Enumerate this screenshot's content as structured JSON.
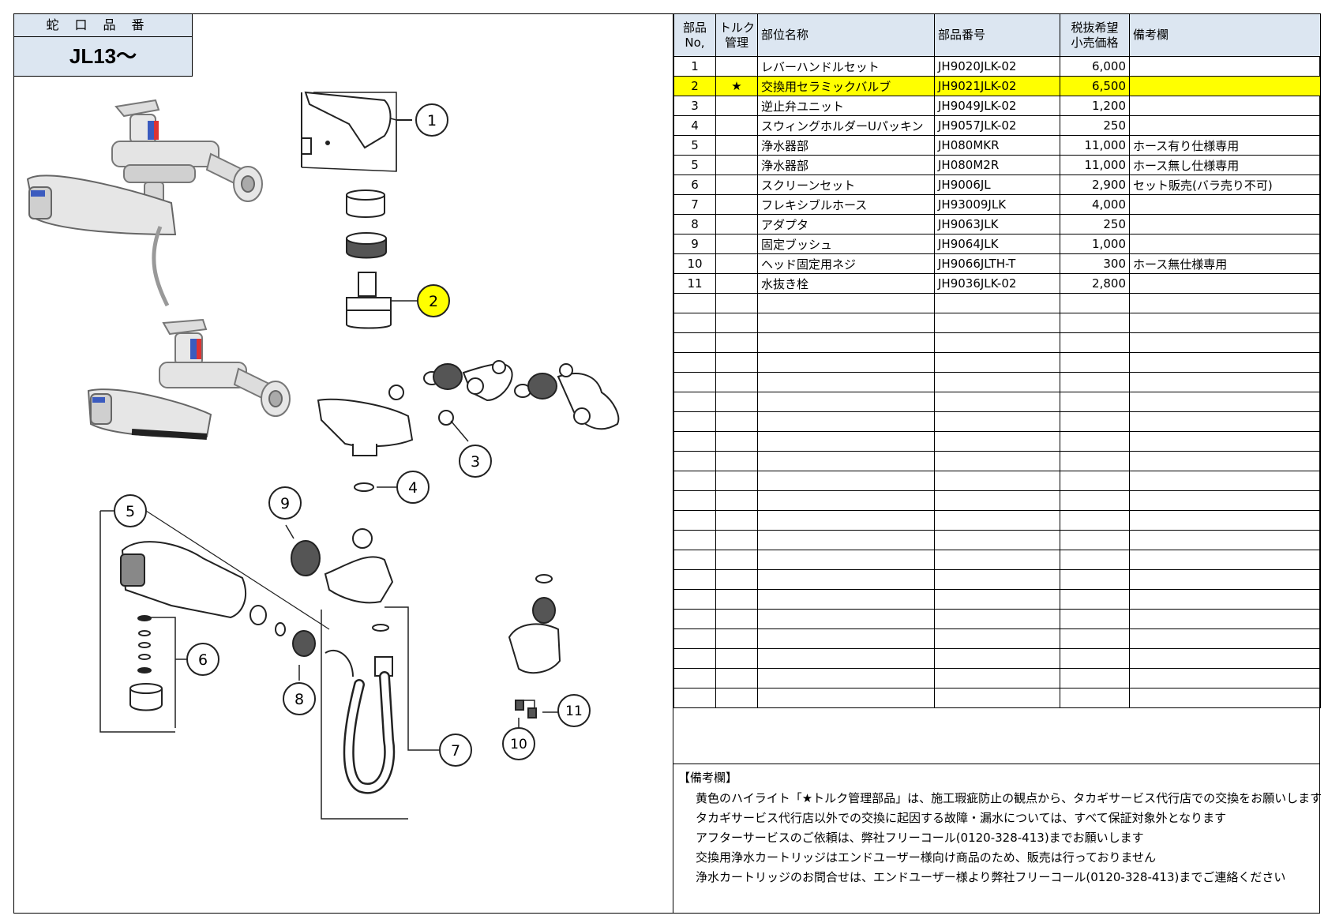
{
  "faucet": {
    "label": "蛇口品番",
    "value": "JL13～"
  },
  "callouts": {
    "c1": "1",
    "c2": "2",
    "c3": "3",
    "c4": "4",
    "c5": "5",
    "c6": "6",
    "c7": "7",
    "c8": "8",
    "c9": "9",
    "c10": "10",
    "c11": "11"
  },
  "colors": {
    "highlight": "#ffff00",
    "header_bg": "#dce6f1"
  },
  "table": {
    "headers": {
      "no_line1": "部品",
      "no_line2": "No,",
      "torque_line1": "トルク",
      "torque_line2": "管理",
      "name": "部位名称",
      "part_number": "部品番号",
      "price_line1": "税抜希望",
      "price_line2": "小売価格",
      "remarks": "備考欄"
    },
    "rows": [
      {
        "no": "1",
        "torque": "",
        "name": "レバーハンドルセット",
        "part": "JH9020JLK-02",
        "price": "6,000",
        "remarks": ""
      },
      {
        "no": "2",
        "torque": "★",
        "name": "交換用セラミックバルブ",
        "part": "JH9021JLK-02",
        "price": "6,500",
        "remarks": ""
      },
      {
        "no": "3",
        "torque": "",
        "name": "逆止弁ユニット",
        "part": "JH9049JLK-02",
        "price": "1,200",
        "remarks": ""
      },
      {
        "no": "4",
        "torque": "",
        "name": "スウィングホルダーUパッキン",
        "part": "JH9057JLK-02",
        "price": "250",
        "remarks": ""
      },
      {
        "no": "5",
        "torque": "",
        "name": "浄水器部",
        "part": "JH080MKR",
        "price": "11,000",
        "remarks": "ホース有り仕様専用"
      },
      {
        "no": "5",
        "torque": "",
        "name": "浄水器部",
        "part": "JH080M2R",
        "price": "11,000",
        "remarks": "ホース無し仕様専用"
      },
      {
        "no": "6",
        "torque": "",
        "name": "スクリーンセット",
        "part": "JH9006JL",
        "price": "2,900",
        "remarks": "セット販売(バラ売り不可)"
      },
      {
        "no": "7",
        "torque": "",
        "name": "フレキシブルホース",
        "part": "JH93009JLK",
        "price": "4,000",
        "remarks": ""
      },
      {
        "no": "8",
        "torque": "",
        "name": "アダプタ",
        "part": "JH9063JLK",
        "price": "250",
        "remarks": ""
      },
      {
        "no": "9",
        "torque": "",
        "name": "固定ブッシュ",
        "part": "JH9064JLK",
        "price": "1,000",
        "remarks": ""
      },
      {
        "no": "10",
        "torque": "",
        "name": "ヘッド固定用ネジ",
        "part": "JH9066JLTH-T",
        "price": "300",
        "remarks": "ホース無仕様専用"
      },
      {
        "no": "11",
        "torque": "",
        "name": "水抜き栓",
        "part": "JH9036JLK-02",
        "price": "2,800",
        "remarks": ""
      }
    ]
  },
  "notes": {
    "title": "【備考欄】",
    "lines": [
      "黄色のハイライト「★トルク管理部品」は、施工瑕疵防止の観点から、タカギサービス代行店での交換をお願いします",
      "タカギサービス代行店以外での交換に起因する故障・漏水については、すべて保証対象外となります",
      "アフターサービスのご依頼は、弊社フリーコール(0120-328-413)までお願いします",
      "交換用浄水カートリッジはエンドユーザー様向け商品のため、販売は行っておりません",
      "浄水カートリッジのお問合せは、エンドユーザー様より弊社フリーコール(0120-328-413)までご連絡ください"
    ]
  }
}
